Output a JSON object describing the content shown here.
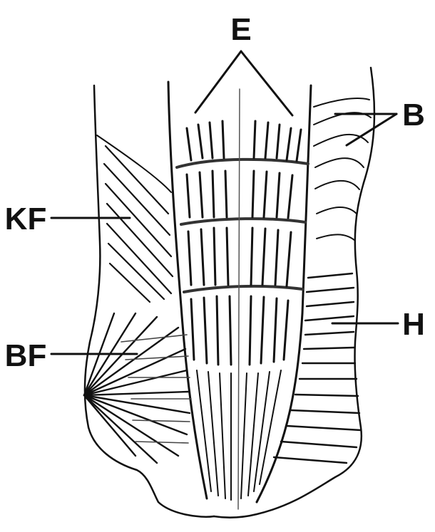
{
  "labels": {
    "e": "E",
    "b": "B",
    "kf": "KF",
    "h": "H",
    "bf": "BF"
  },
  "colors": {
    "ink": "#111111",
    "background": "#ffffff"
  }
}
